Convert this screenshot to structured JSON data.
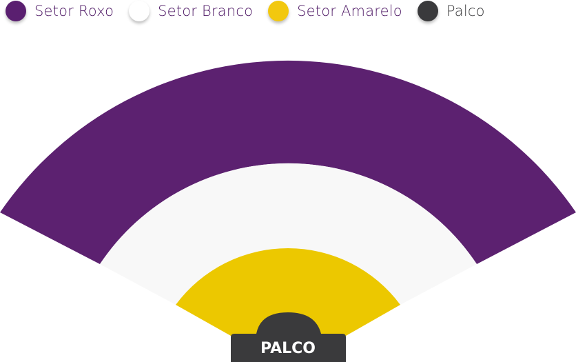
{
  "legend": [
    {
      "label": "Setor Roxo",
      "color": "#5a1f70"
    },
    {
      "label": "Setor Branco",
      "color": "#ffffff"
    },
    {
      "label": "Setor Amarelo",
      "color": "#f2c80f"
    },
    {
      "label": "Palco",
      "color": "#3a3a3c"
    }
  ],
  "map": {
    "sectors": [
      {
        "name": "Setor Roxo",
        "color": "#5c2170"
      },
      {
        "name": "Setor Branco",
        "color": "#f8f8f8"
      },
      {
        "name": "Setor Amarelo",
        "color": "#ecc800"
      }
    ],
    "stage_label": "PALCO",
    "stage_color": "#3a3a3c"
  }
}
